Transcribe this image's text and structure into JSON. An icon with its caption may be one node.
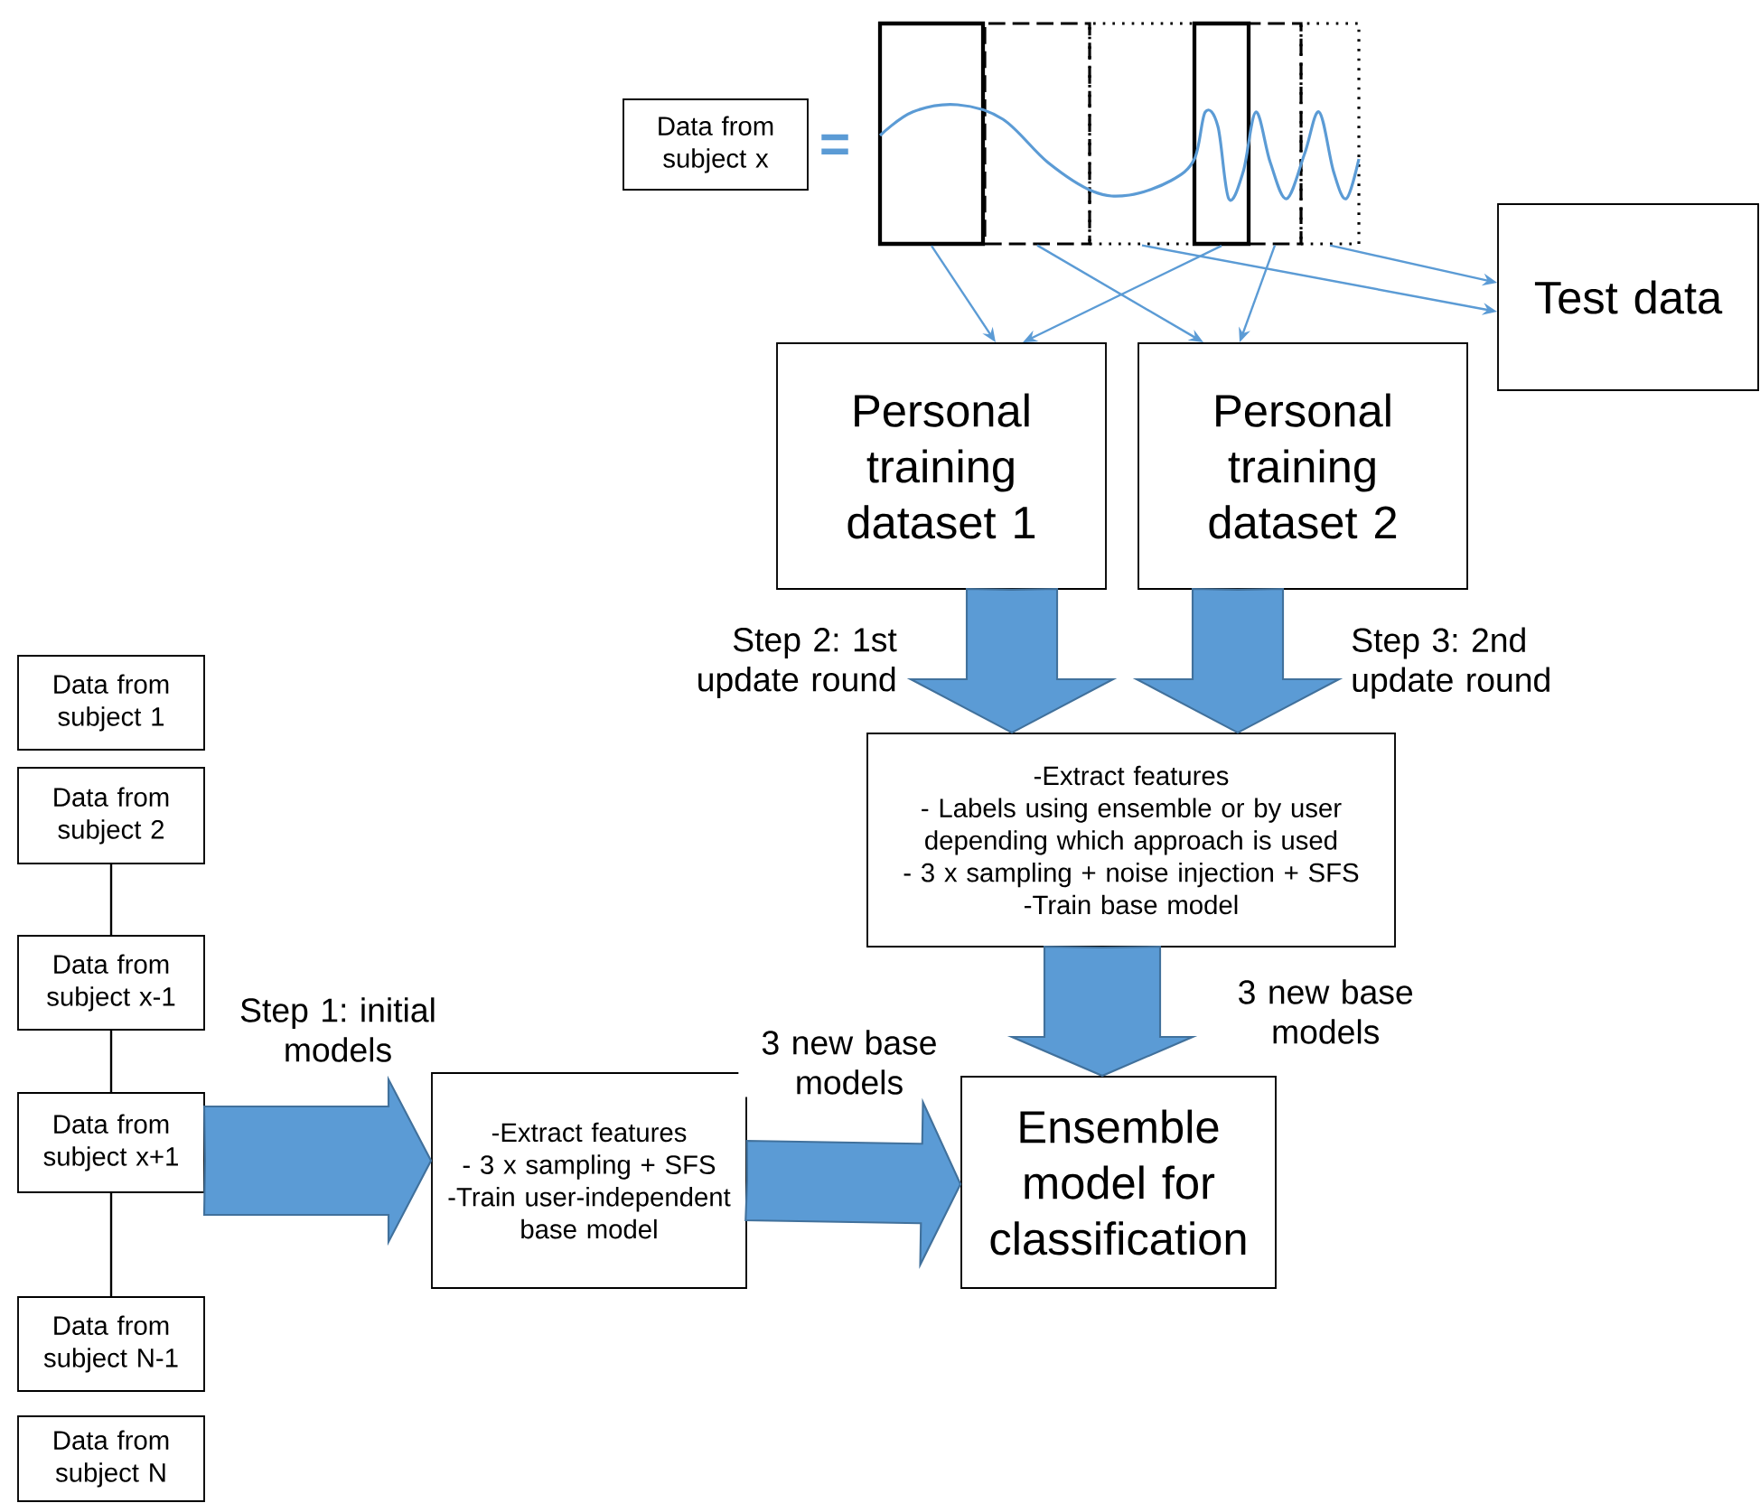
{
  "diagram": {
    "nodes": [
      {
        "text": [
          "Data from subject x"
        ]
      },
      {
        "text": [],
        "shape": "box"
      },
      {
        "text": [],
        "shape": "box"
      },
      {
        "text": [],
        "shape": "box"
      },
      {
        "text": [],
        "shape": "box"
      },
      {
        "text": [],
        "shape": "box"
      },
      {
        "text": [],
        "shape": "box"
      },
      {
        "text": [
          "Test data"
        ]
      },
      {
        "text": [
          "Personal training dataset 1"
        ]
      },
      {
        "text": [
          "Personal training dataset 2"
        ]
      },
      {
        "text": [
          "-Extract features",
          "- Labels using ensemble or by user depending which approach is used",
          "- 3 x sampling + noise injection + SFS",
          "-Train base model"
        ]
      },
      {
        "text": [
          "Data from subject 1"
        ]
      },
      {
        "text": [
          "Data from subject 2"
        ]
      },
      {
        "text": [
          "Data from subject x-1"
        ]
      },
      {
        "text": [
          "Data from subject x+1"
        ]
      },
      {
        "text": [
          "Data from subject N-1"
        ]
      },
      {
        "text": [
          "Data from subject N"
        ]
      },
      {
        "text": [
          "-Extract features",
          "- 3 x sampling + SFS",
          "-Train user-independent base model"
        ]
      },
      {
        "text": [
          "Ensemble model for classification"
        ]
      }
    ],
    "edges": [
      {
        "from": 1,
        "to": 8,
        "arrow": "to"
      },
      {
        "from": 2,
        "to": 9,
        "arrow": "to"
      },
      {
        "from": 3,
        "to": 7,
        "arrow": "to"
      },
      {
        "from": 4,
        "to": 8,
        "arrow": "to"
      },
      {
        "from": 5,
        "to": 9,
        "arrow": "to"
      },
      {
        "from": 6,
        "to": 7,
        "arrow": "to"
      },
      {
        "from": 12,
        "to": 13,
        "arrow": "none",
        "color": "#000000"
      },
      {
        "from": 13,
        "to": 14,
        "arrow": "none",
        "color": "#000000"
      },
      {
        "from": 14,
        "to": 15,
        "arrow": "none",
        "color": "#000000"
      },
      {
        "from": 14,
        "to": 17,
        "arrow": "to",
        "style": "thick",
        "label": "Step 1: initial models"
      },
      {
        "from": 8,
        "to": 10,
        "arrow": "to",
        "style": "thick",
        "label": "Step 2: 1st update round"
      },
      {
        "from": 9,
        "to": 10,
        "arrow": "to",
        "style": "thick",
        "label": "Step 3: 2nd update round"
      },
      {
        "from": 10,
        "to": 18,
        "arrow": "to",
        "style": "thick",
        "label": "3 new base models"
      },
      {
        "from": 17,
        "to": 18,
        "arrow": "to",
        "style": "thick",
        "label": "3 new base models"
      }
    ],
    "labels": [
      "="
    ]
  }
}
